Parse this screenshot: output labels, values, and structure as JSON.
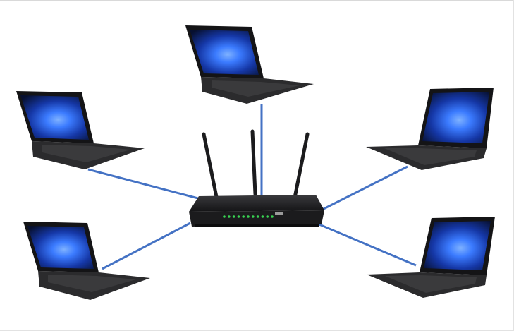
{
  "diagram": {
    "type": "star-network",
    "hub": {
      "kind": "wireless-router",
      "icon": "router-icon",
      "antennas": 3,
      "status_leds": 11
    },
    "nodes": [
      {
        "id": "laptop-top",
        "kind": "laptop",
        "icon": "laptop-icon"
      },
      {
        "id": "laptop-upper-left",
        "kind": "laptop",
        "icon": "laptop-icon"
      },
      {
        "id": "laptop-upper-right",
        "kind": "laptop",
        "icon": "laptop-icon"
      },
      {
        "id": "laptop-lower-left",
        "kind": "laptop",
        "icon": "laptop-icon"
      },
      {
        "id": "laptop-lower-right",
        "kind": "laptop",
        "icon": "laptop-icon"
      }
    ],
    "links": [
      {
        "from": "hub",
        "to": "laptop-top"
      },
      {
        "from": "hub",
        "to": "laptop-upper-left"
      },
      {
        "from": "hub",
        "to": "laptop-upper-right"
      },
      {
        "from": "hub",
        "to": "laptop-lower-left"
      },
      {
        "from": "hub",
        "to": "laptop-lower-right"
      }
    ]
  },
  "colors": {
    "link": "#4472c4",
    "laptop_body": "#2b2b2d",
    "laptop_keyboard": "#3a3a3c",
    "laptop_bezel": "#141416",
    "screen_dark": "#0a1640",
    "screen_glow": "#3b7bff",
    "router_body": "#1b1b1d",
    "router_face": "#2a2a2c",
    "router_led": "#39d353"
  }
}
